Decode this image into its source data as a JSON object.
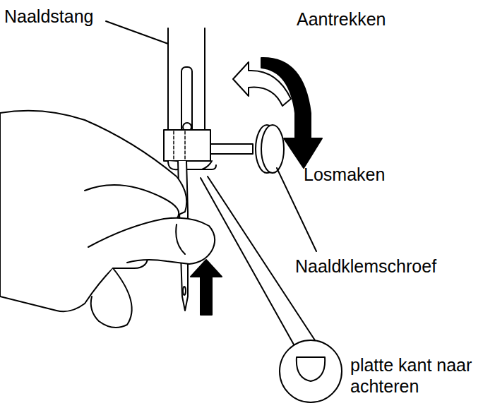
{
  "diagram": {
    "labels": [
      "Naaldstang",
      "Aantrekken",
      "Losmaken",
      "Naaldklemschroef",
      "platte kant naar achteren"
    ]
  }
}
